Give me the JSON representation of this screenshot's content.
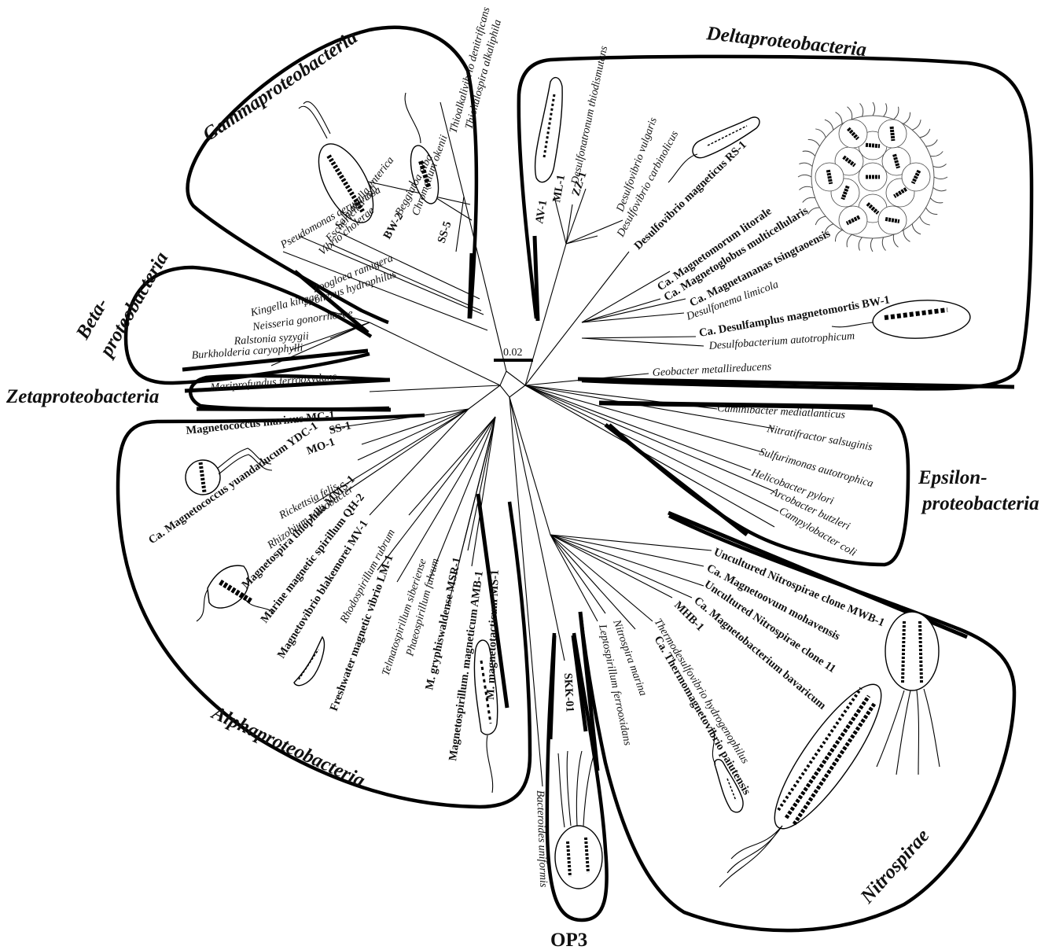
{
  "scale_bar": "0.02",
  "groups": {
    "gamma": "Gammaproteobacteria",
    "delta": "Deltaproteobacteria",
    "beta1": "Beta-",
    "beta2": "proteobacteria",
    "zeta": "Zetaproteobacteria",
    "alpha": "Alphaproteobacteria",
    "eps1": "Epsilon-",
    "eps2": "proteobacteria",
    "nitro": "Nitrospirae",
    "op3": "OP3"
  },
  "leaves": [
    {
      "key": "g1",
      "text": "Thiohalospira alkaliphila",
      "style": "it"
    },
    {
      "key": "g2",
      "text": "Thioalkalivibrio denitrificans",
      "style": "it"
    },
    {
      "key": "g3",
      "text": "SS-5",
      "style": "bold"
    },
    {
      "key": "g4",
      "text": "Chromatium okenii",
      "style": "it"
    },
    {
      "key": "g5",
      "text": "Beggiatoa alba",
      "style": "it"
    },
    {
      "key": "g6",
      "text": "BW-2",
      "style": "bold"
    },
    {
      "key": "g7",
      "text": "Salmonella enterica",
      "style": "it"
    },
    {
      "key": "g8",
      "text": "Escherichia coli",
      "style": "it"
    },
    {
      "key": "g9",
      "text": "Vibrio cholerae",
      "style": "it"
    },
    {
      "key": "g10",
      "text": "Pseudomonas aeruginosa",
      "style": "it"
    },
    {
      "key": "b1",
      "text": "Zoogloea ramigera",
      "style": "it"
    },
    {
      "key": "b2",
      "text": "Azonexus hydrophilus",
      "style": "it"
    },
    {
      "key": "b3",
      "text": "Kingella kingae",
      "style": "it"
    },
    {
      "key": "b4",
      "text": "Neisseria gonorrhoeae",
      "style": "it"
    },
    {
      "key": "b5",
      "text": "Ralstonia syzygii",
      "style": "it"
    },
    {
      "key": "b6",
      "text": "Burkholderia caryophylli",
      "style": "it"
    },
    {
      "key": "z1",
      "text": "Mariprofundus ferrooxydans",
      "style": "it"
    },
    {
      "key": "d1",
      "text": "AV-1",
      "style": "bold"
    },
    {
      "key": "d2",
      "text": "ML-1",
      "style": "bold"
    },
    {
      "key": "d3",
      "text": "ZZ-1",
      "style": "bold"
    },
    {
      "key": "d4",
      "text": "Desulfonatronum thiodismutans",
      "style": "it"
    },
    {
      "key": "d5",
      "text": "Desulfovibrio vulgaris",
      "style": "it"
    },
    {
      "key": "d6",
      "text": "Desulfovibrio carbinolicus",
      "style": "it"
    },
    {
      "key": "d7",
      "text": "Desulfovibrio magneticus RS-1",
      "style": "bold"
    },
    {
      "key": "d8",
      "text": "Ca. Magnetomorum litorale",
      "style": "bold"
    },
    {
      "key": "d9",
      "text": "Ca. Magnetoglobus multicellularis",
      "style": "bold"
    },
    {
      "key": "d10",
      "text": "Ca. Magnetananas tsingtaoensis",
      "style": "bold"
    },
    {
      "key": "d11",
      "text": "Desulfonema limicola",
      "style": "it"
    },
    {
      "key": "d12",
      "text": "Ca. Desulfamplus magnetomortis BW-1",
      "style": "bold"
    },
    {
      "key": "d13",
      "text": "Desulfobacterium autotrophicum",
      "style": "it"
    },
    {
      "key": "d14",
      "text": "Geobacter metallireducens",
      "style": "it"
    },
    {
      "key": "e1",
      "text": "Caminibacter mediatlanticus",
      "style": "it"
    },
    {
      "key": "e2",
      "text": "Nitratifractor salsuginis",
      "style": "it"
    },
    {
      "key": "e3",
      "text": "Sulfurimonas autotrophica",
      "style": "it"
    },
    {
      "key": "e4",
      "text": "Helicobacter pylori",
      "style": "it"
    },
    {
      "key": "e5",
      "text": "Arcobacter butzleri",
      "style": "it"
    },
    {
      "key": "e6",
      "text": "Campylobacter coli",
      "style": "it"
    },
    {
      "key": "a1",
      "text": "Magnetococcus marinus MC-1",
      "style": "bold"
    },
    {
      "key": "a2",
      "text": "SS-1",
      "style": "bold"
    },
    {
      "key": "a3",
      "text": "MO-1",
      "style": "bold"
    },
    {
      "key": "a4",
      "text": "Ca. Magnetococcus yuandaducum YDC-1",
      "style": "bold"
    },
    {
      "key": "a5",
      "text": "Rickettsia felis",
      "style": "it"
    },
    {
      "key": "a6",
      "text": "Rhizobium radiobacter",
      "style": "it"
    },
    {
      "key": "a7",
      "text": "Magnetospira thiophila MMS-1",
      "style": "bold"
    },
    {
      "key": "a8",
      "text": "Marine magnetic spirillum QH-2",
      "style": "bold"
    },
    {
      "key": "a9",
      "text": "Magnetovibrio blakemorei MV-1",
      "style": "bold"
    },
    {
      "key": "a10",
      "text": "Rhodospirillum rubrum",
      "style": "it"
    },
    {
      "key": "a11",
      "text": "Freshwater magnetic vibrio LM-1",
      "style": "bold"
    },
    {
      "key": "a12",
      "text": "Telmatospirillum siberiense",
      "style": "it"
    },
    {
      "key": "a13",
      "text": "Phaeospirillum fulvum",
      "style": "it"
    },
    {
      "key": "a14",
      "text": "M. gryphiswaldense MSR-1",
      "style": "bold"
    },
    {
      "key": "a15",
      "text": "Magnetospirillum. magneticum AMB-1",
      "style": "bold"
    },
    {
      "key": "a16",
      "text": "M. magnetotacticum MS-1",
      "style": "bold"
    },
    {
      "key": "n1",
      "text": "Uncultured Nitrospirae clone MWB-1",
      "style": "bold"
    },
    {
      "key": "n2",
      "text": "Ca. Magnetoovum mohavensis",
      "style": "bold"
    },
    {
      "key": "n3",
      "text": "Uncultured Nitrospirae clone 11",
      "style": "bold"
    },
    {
      "key": "n4",
      "text": "Ca. Magnetobacterium bavaricum",
      "style": "bold"
    },
    {
      "key": "n5",
      "text": "MHB-1",
      "style": "bold"
    },
    {
      "key": "n6",
      "text": "Thermodesulfovibrio hydrogenophilus",
      "style": "it"
    },
    {
      "key": "n7",
      "text": "Ca. Thermomagnetovibrio paiutensis",
      "style": "bold"
    },
    {
      "key": "n8",
      "text": "Nitrospira marina",
      "style": "it"
    },
    {
      "key": "n9",
      "text": "Leptospirillum ferrooxidans",
      "style": "it"
    },
    {
      "key": "o1",
      "text": "SKK-01",
      "style": "bold"
    },
    {
      "key": "o2",
      "text": "Bacteroides uniformis",
      "style": "it"
    }
  ]
}
